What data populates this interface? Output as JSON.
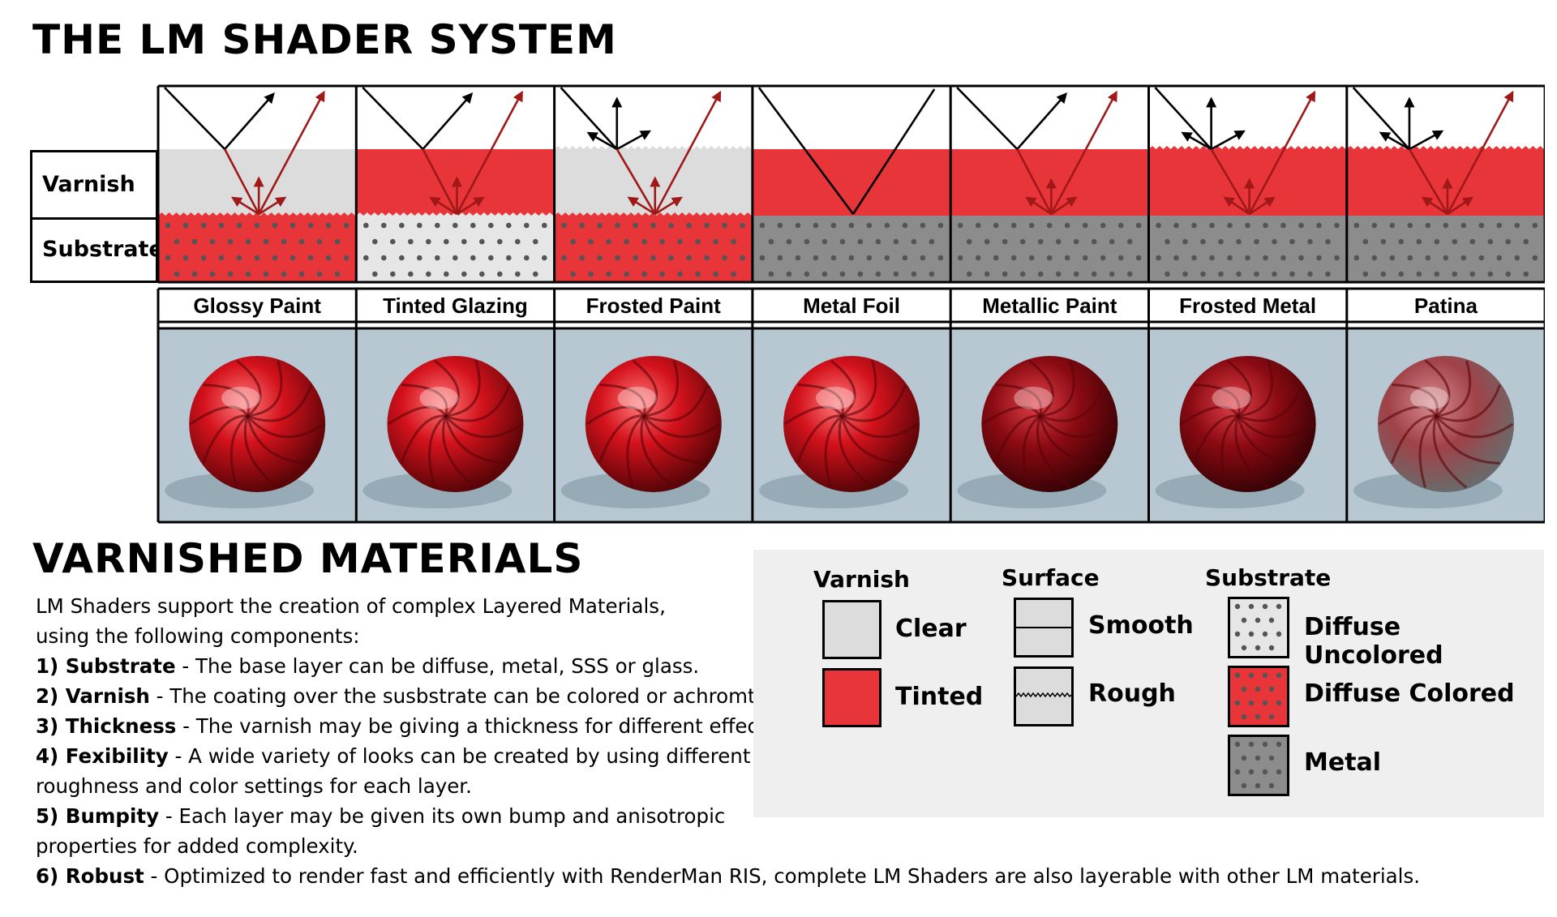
{
  "title": "THE LM SHADER SYSTEM",
  "row_labels": {
    "varnish": "Varnish",
    "substrate": "Substrate"
  },
  "colors": {
    "tint": "#e8353a",
    "clear": "#dcdcdc",
    "metal": "#8c8c8c",
    "uncolored": "#e6e6e6",
    "arrow_red": "#a01818",
    "photo_bg": "#b7c8d3"
  },
  "materials": [
    {
      "name": "Glossy Paint",
      "varnish": "clear",
      "surface": "smooth",
      "substrate": "colored",
      "varnish_icon": "varnish-clear-icon"
    },
    {
      "name": "Tinted Glazing",
      "varnish": "tinted",
      "surface": "smooth",
      "substrate": "uncolored",
      "varnish_icon": "varnish-tinted-icon"
    },
    {
      "name": "Frosted Paint",
      "varnish": "clear",
      "surface": "rough",
      "substrate": "colored",
      "varnish_icon": "varnish-clear-icon"
    },
    {
      "name": "Metal Foil",
      "varnish": "tinted",
      "surface": "smooth",
      "substrate": "metal",
      "varnish_icon": "varnish-tinted-icon"
    },
    {
      "name": "Metallic Paint",
      "varnish": "tinted",
      "surface": "smooth",
      "substrate": "metal",
      "varnish_icon": "varnish-tinted-icon"
    },
    {
      "name": "Frosted Metal",
      "varnish": "tinted",
      "surface": "rough",
      "substrate": "metal",
      "varnish_icon": "varnish-tinted-icon"
    },
    {
      "name": "Patina",
      "varnish": "tinted",
      "surface": "rough",
      "substrate": "metal",
      "varnish_icon": "varnish-tinted-icon"
    }
  ],
  "section_title": "VARNISHED MATERIALS",
  "intro": [
    "LM Shaders support the creation of complex Layered Materials,",
    "using the following components:"
  ],
  "components": [
    {
      "label": "1) Substrate",
      "text": " - The base layer can be diffuse, metal, SSS or glass."
    },
    {
      "label": "2) Varnish",
      "text": " - The coating over the susbstrate can be colored or achromtic."
    },
    {
      "label": "3) Thickness",
      "text": " - The varnish may be giving a thickness for different effects."
    },
    {
      "label": "4) Fexibility",
      "text": " - A wide variety of looks can be created by using different",
      "cont": "roughness and color settings for each layer."
    },
    {
      "label": "5) Bumpity",
      "text": " - Each layer may be given its own bump and anisotropic",
      "cont": "properties for added complexity."
    },
    {
      "label": "6) Robust",
      "text": " - Optimized to render fast and efficiently with RenderMan RIS, complete LM Shaders are also layerable with other LM materials."
    }
  ],
  "legend": {
    "varnish": {
      "title": "Varnish",
      "items": [
        "Clear",
        "Tinted"
      ]
    },
    "surface": {
      "title": "Surface",
      "items": [
        "Smooth",
        "Rough"
      ]
    },
    "substrate": {
      "title": "Substrate",
      "items": [
        "Diffuse Uncolored",
        "Diffuse Colored",
        "Metal"
      ]
    }
  }
}
